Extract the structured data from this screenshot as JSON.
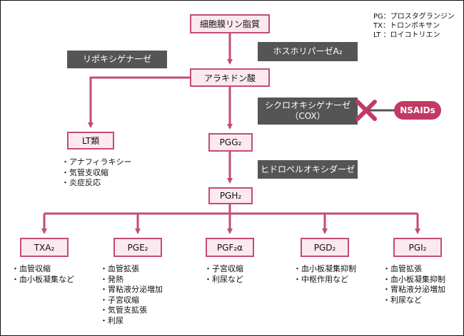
{
  "legend": [
    "PG：プロスタグランジン",
    "TX：トロンボキサン",
    "LT ：ロイコトリエン"
  ],
  "nodes": {
    "membrane": "細胞膜リン脂質",
    "aa": "アラキドン酸",
    "lt": "LT類",
    "pgg": "PGG₂",
    "pgh": "PGH₂",
    "txa": "TXA₂",
    "pge": "PGE₂",
    "pgf": "PGF₂α",
    "pgd": "PGD₂",
    "pgi": "PGI₂"
  },
  "enzymes": {
    "phospholipase": "ホスホリパーゼA₂",
    "lipoxygenase": "リポキシゲナーゼ",
    "cox_line1": "シクロオキシゲナーゼ",
    "cox_line2": "（COX）",
    "hydroperoxidase": "ヒドロペルオキシダーゼ"
  },
  "inhibitor": "NSAIDs",
  "effects": {
    "lt": [
      "アナフィラキシー",
      "気管支収縮",
      "炎症反応"
    ],
    "txa": [
      "血管収縮",
      "血小板凝集など"
    ],
    "pge": [
      "血管拡張",
      "発熱",
      "胃粘液分泌増加",
      "子宮収縮",
      "気管支拡張",
      "利尿"
    ],
    "pgf": [
      "子宮収縮",
      "利尿など"
    ],
    "pgd": [
      "血小板凝集抑制",
      "中枢作用など"
    ],
    "pgi": [
      "血管拡張",
      "血小板凝集抑制",
      "胃粘液分泌増加",
      "利尿など"
    ]
  },
  "colors": {
    "accent": "#c24c78",
    "box_fill": "#fbe9ef",
    "enzyme_fill": "#555555",
    "nsaids": "#c23a64"
  }
}
